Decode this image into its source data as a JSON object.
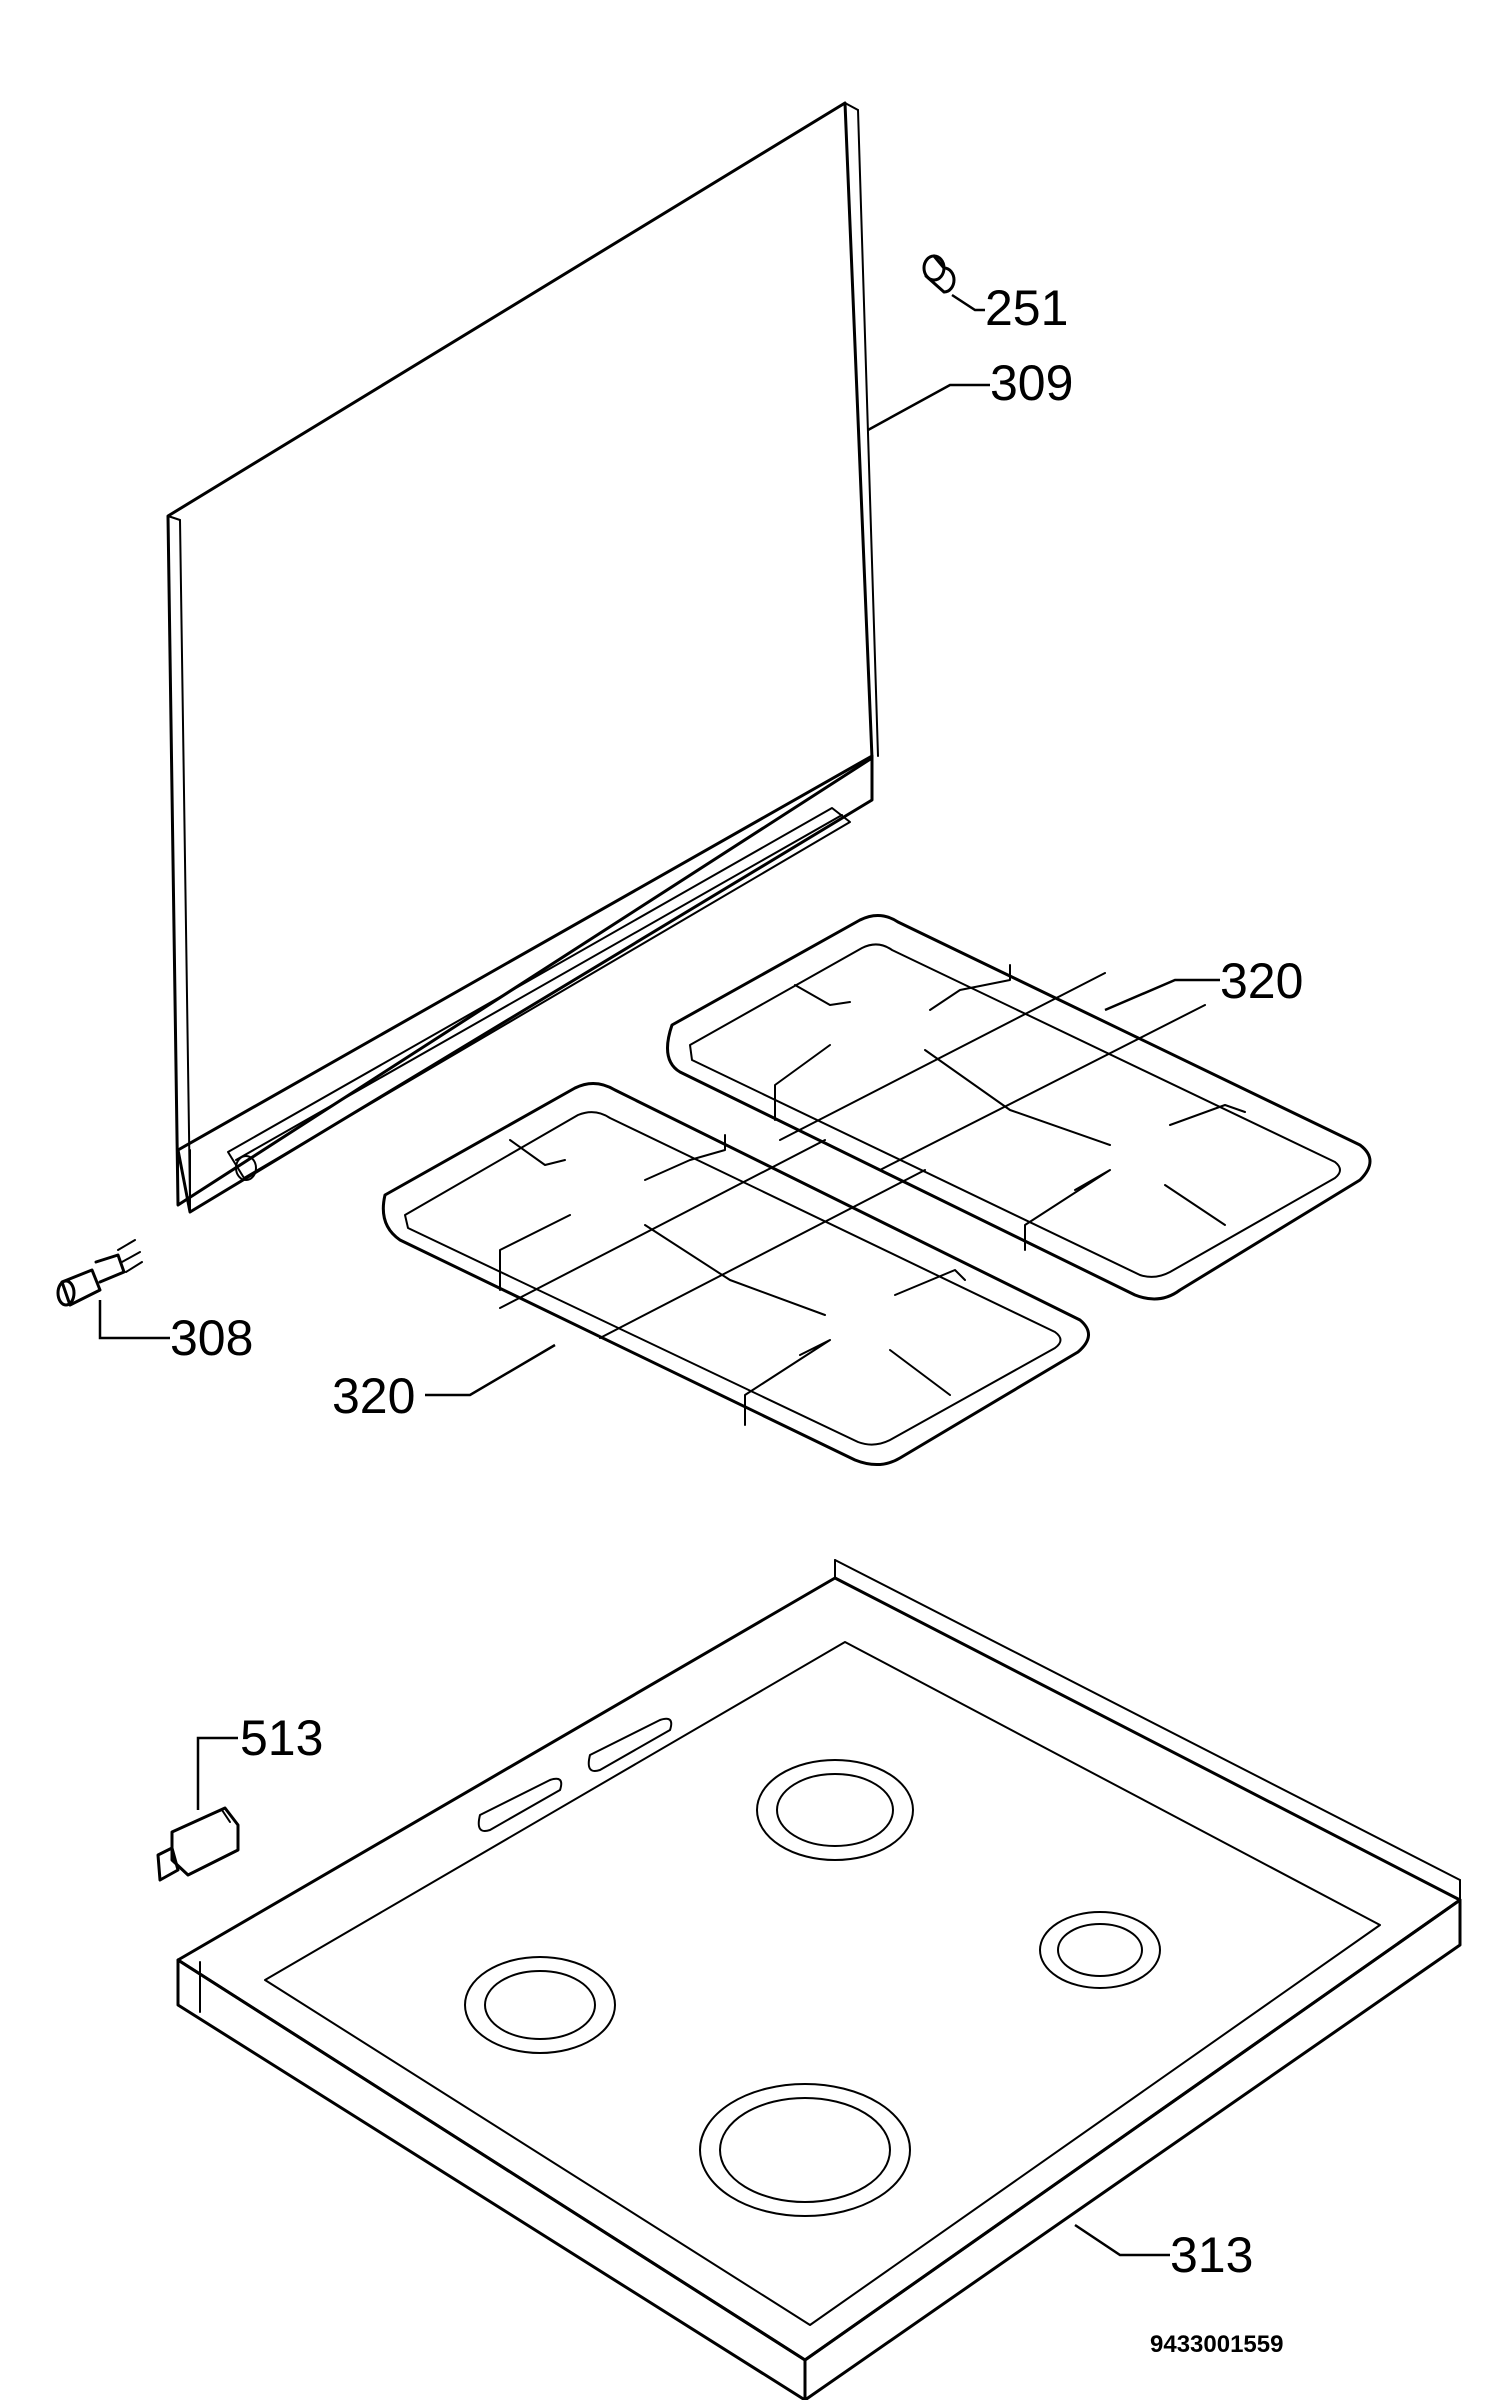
{
  "labels": {
    "p251": "251",
    "p309": "309",
    "p320a": "320",
    "p320b": "320",
    "p308": "308",
    "p513": "513",
    "p313": "313"
  },
  "document_number": "9433001559"
}
